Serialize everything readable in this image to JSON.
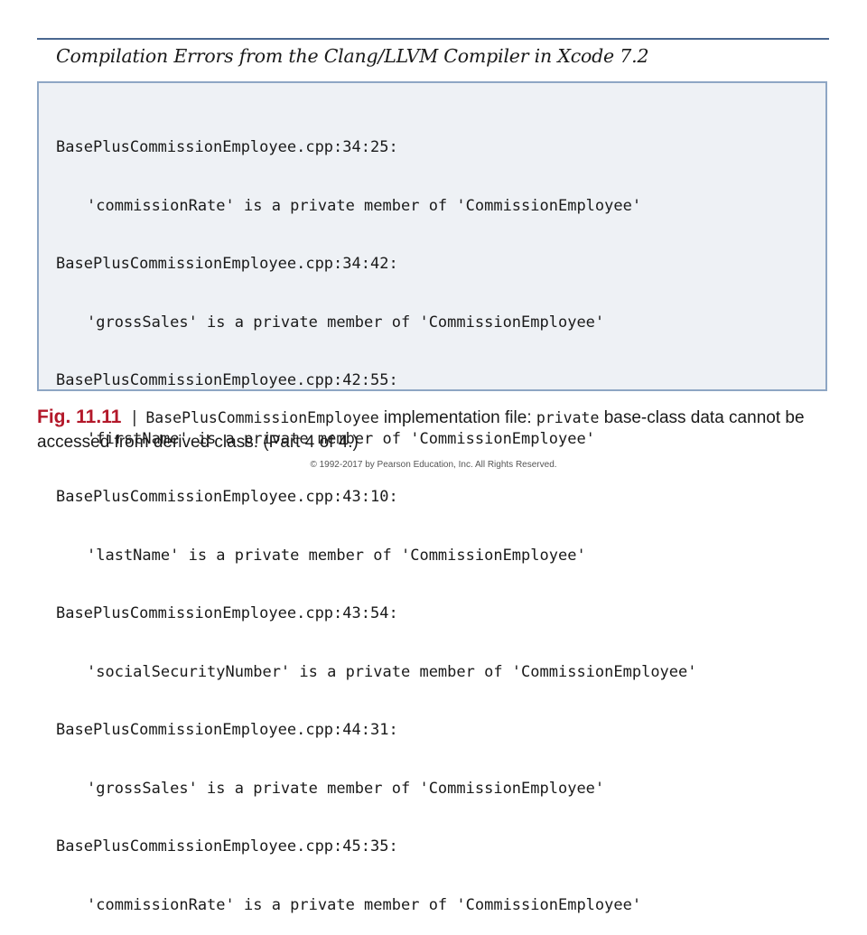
{
  "heading": "Compilation Errors from the Clang/LLVM Compiler in Xcode 7.2",
  "code_lines": [
    "BasePlusCommissionEmployee.cpp:34:25:",
    "'commissionRate' is a private member of 'CommissionEmployee'",
    "BasePlusCommissionEmployee.cpp:34:42:",
    "'grossSales' is a private member of 'CommissionEmployee'",
    "BasePlusCommissionEmployee.cpp:42:55:",
    "'firstName' is a private member of 'CommissionEmployee'",
    "BasePlusCommissionEmployee.cpp:43:10:",
    "'lastName' is a private member of 'CommissionEmployee'",
    "BasePlusCommissionEmployee.cpp:43:54:",
    "'socialSecurityNumber' is a private member of 'CommissionEmployee'",
    "BasePlusCommissionEmployee.cpp:44:31:",
    "'grossSales' is a private member of 'CommissionEmployee'",
    "BasePlusCommissionEmployee.cpp:45:35:",
    "'commissionRate' is a private member of 'CommissionEmployee'"
  ],
  "caption": {
    "label": "Fig. 11.11",
    "separator": "|",
    "code_name": "BasePlusCommissionEmployee",
    "text_1": " implementation file: ",
    "keyword": "private",
    "text_2": " base-class data cannot be accessed from derived class. (Part 4 of 4.)"
  },
  "footer": "© 1992-2017 by Pearson Education, Inc. All Rights Reserved."
}
